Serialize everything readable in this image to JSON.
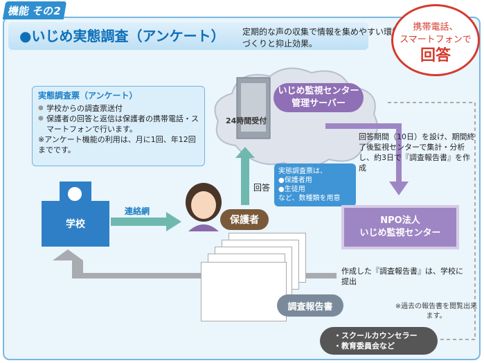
{
  "feature_tab": "機能 その2",
  "title": "●いじめ実態調査（アンケート）",
  "subtitle": "定期的な声の収集で情報を集めやすい環境づくりと抑止効果。",
  "badge": {
    "line1": "携帯電話、",
    "line2": "スマートフォンで",
    "strong": "回答"
  },
  "server": {
    "line1": "いじめ監視センター",
    "line2": "管理サーバー",
    "hours": "24時間受付"
  },
  "survey": {
    "title": "実態調査票（アンケート）",
    "items": [
      "学校からの調査票送付",
      "保護者の回答と返信は保護者の携帯電話・スマートフォンで行います。"
    ],
    "note": "※アンケート機能の利用は、月に1回、年12回までです。"
  },
  "school": "学校",
  "liaison": "連絡網",
  "answer": "回答",
  "info": {
    "line1": "実態調査票は、",
    "items": [
      "保護者用",
      "生徒用"
    ],
    "tail": "など、数種類を用意"
  },
  "parent": "保護者",
  "npo": {
    "line1": "NPO法人",
    "line2": "いじめ監視センター"
  },
  "period": "回答期間（10日）を設け、期間終了後監視センターで集計・分析し、約3日で『調査報告書』を作成",
  "submit": "作成した『調査報告書』は、学校に提出",
  "report": "調査報告書",
  "past": "※過去の報告書を閲覧出来ます。",
  "counsel": [
    "・スクールカウンセラー",
    "・教育委員会など"
  ],
  "colors": {
    "accent": "#0d6fb8",
    "badge": "#d53a2e",
    "npo": "#9e86c4",
    "arrow": "#6fb8b0"
  }
}
